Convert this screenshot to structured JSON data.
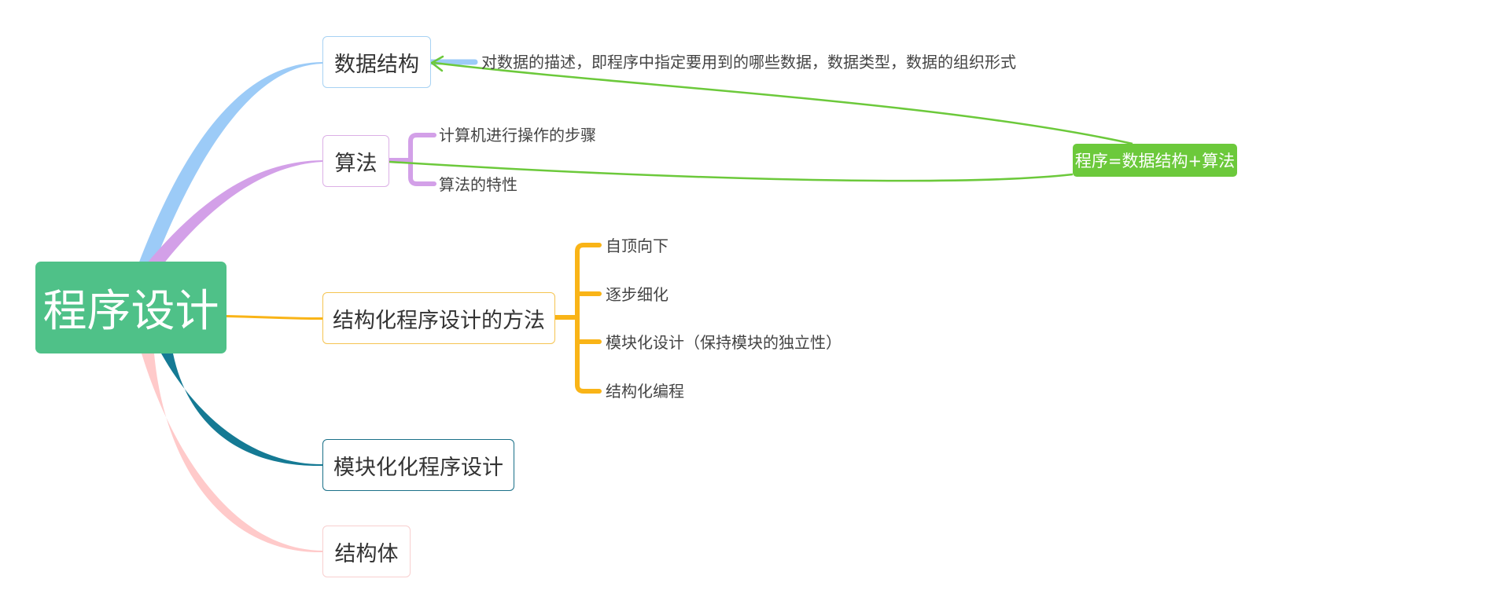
{
  "mindmap": {
    "root": "程序设计",
    "branches": {
      "data_structure": {
        "label": "数据结构",
        "color": "#9ccbf7",
        "detail": "对数据的描述，即程序中指定要用到的哪些数据，数据类型，数据的组织形式"
      },
      "algorithm": {
        "label": "算法",
        "color": "#d3a0e8",
        "children": [
          "计算机进行操作的步骤",
          "算法的特性"
        ]
      },
      "method": {
        "label": "结构化程序设计的方法",
        "color": "#f9b417",
        "children": [
          "自顶向下",
          "逐步细化",
          "模块化设计（保持模块的独立性）",
          "结构化编程"
        ]
      },
      "modular": {
        "label": "模块化化程序设计",
        "color": "#157a94"
      },
      "struct": {
        "label": "结构体",
        "color": "#ffcaca"
      }
    },
    "relation": {
      "label": "程序=数据结构+算法",
      "color": "#6cc93b"
    },
    "root_color": "#4fc188"
  }
}
